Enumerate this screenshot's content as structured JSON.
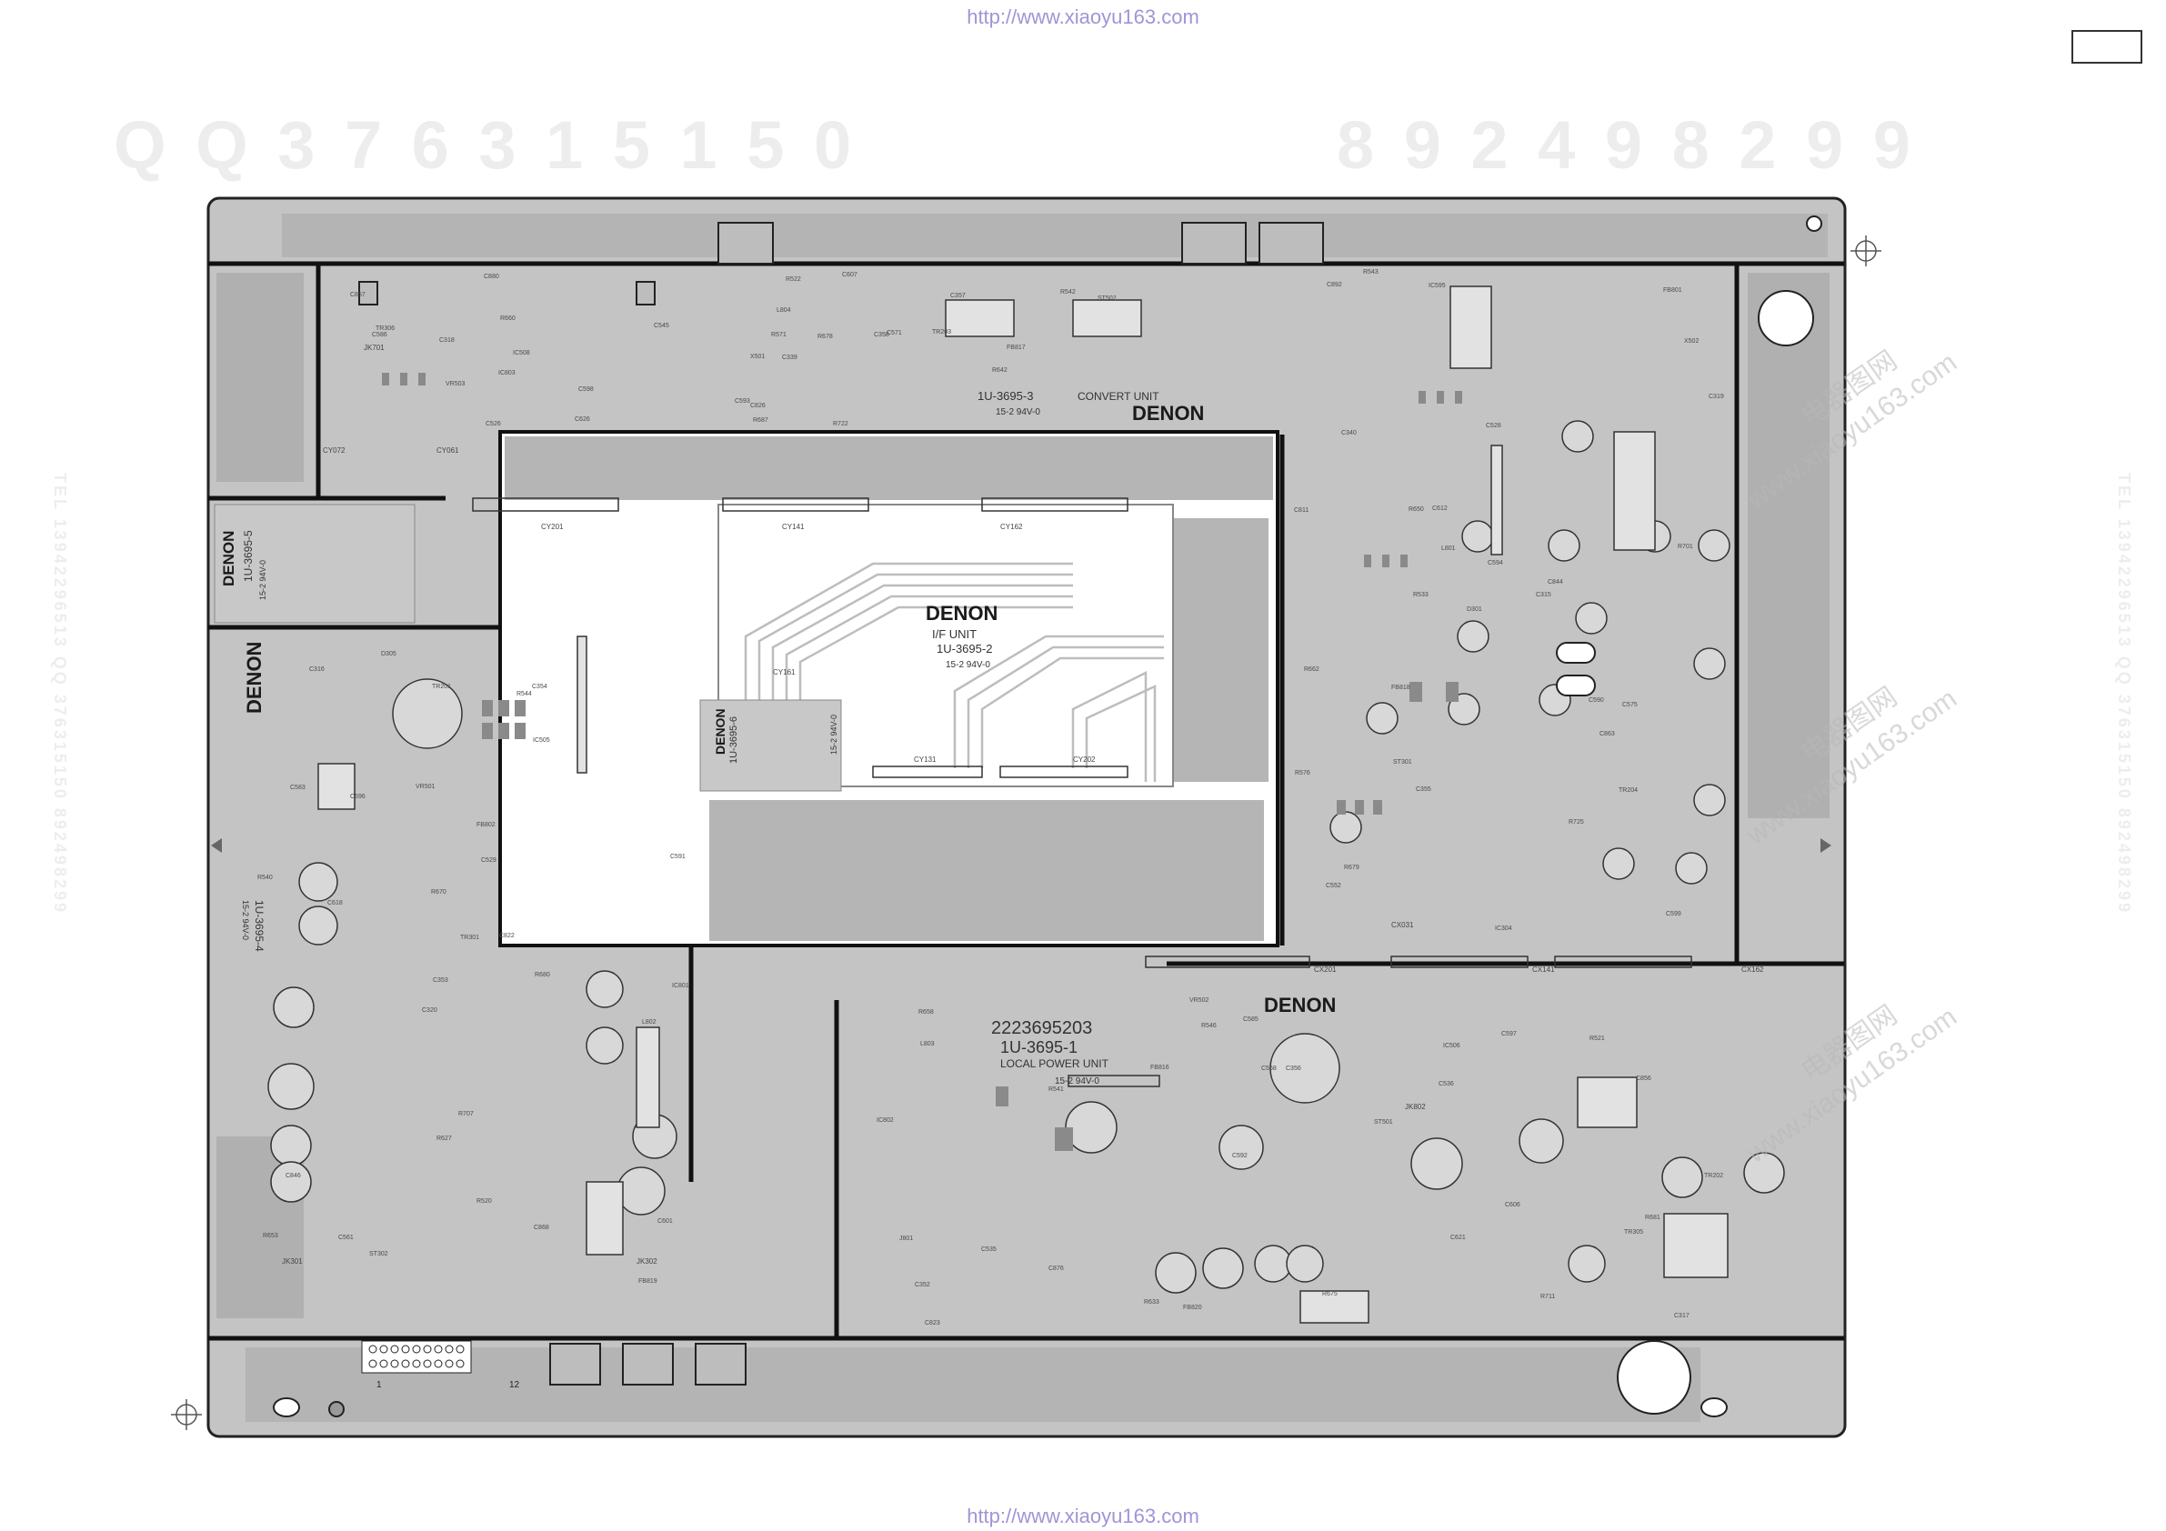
{
  "header": {
    "url_top": "http://www.xiaoyu163.com",
    "url_bottom": "http://www.xiaoyu163.com",
    "watermark_left": "Q Q 3 7 6 3 1 5 1 5 0",
    "watermark_right": "8 9 2 4 9 8 2 9 9",
    "side_watermark": "TEL 13942296513 QQ 376315150 892498299",
    "diagonal_watermark": "www.xiaoyu163.com",
    "diagonal_watermark_cn": "电器图网"
  },
  "board": {
    "brand": "DENON",
    "serial": "2223695203",
    "convert_unit": {
      "model": "1U-3695-3",
      "title": "CONVERT UNIT",
      "cert": "15-2 94V-0"
    },
    "if_unit": {
      "model": "1U-3695-2",
      "title": "I/F UNIT",
      "cert": "15-2 94V-0"
    },
    "local_power_unit": {
      "model": "1U-3695-1",
      "title": "LOCAL POWER UNIT",
      "cert": "15-2 94V-0"
    },
    "sub_unit_5": {
      "model": "1U-3695-5",
      "cert": "15-2 94V-0"
    },
    "sub_unit_6": {
      "model": "1U-3695-6",
      "cert": "15-2 94V-0"
    },
    "sub_unit_4": {
      "model": "1U-3695-4",
      "cert": "15-2 94V-0"
    }
  },
  "connectors": [
    "CY201",
    "CY141",
    "CY162",
    "CY131",
    "CY202",
    "CY161",
    "CY072",
    "CY061",
    "CX201",
    "CX141",
    "CX162",
    "CX031",
    "JK701",
    "JK301",
    "JK302",
    "JK802"
  ],
  "component_labels": [
    "C339",
    "C340",
    "C353",
    "C352",
    "C358",
    "C355",
    "C354",
    "C356",
    "C357",
    "C315",
    "C316",
    "C317",
    "C318",
    "C319",
    "C320",
    "C536",
    "C526",
    "C528",
    "C529",
    "C535",
    "C545",
    "C552",
    "C561",
    "C568",
    "C571",
    "C575",
    "C583",
    "C585",
    "C586",
    "C590",
    "C591",
    "C592",
    "C593",
    "C594",
    "C596",
    "C597",
    "C598",
    "C599",
    "C601",
    "C606",
    "C607",
    "C612",
    "C618",
    "C621",
    "C626",
    "C811",
    "C822",
    "C823",
    "C826",
    "C844",
    "C846",
    "C856",
    "C857",
    "C863",
    "C868",
    "C876",
    "C880",
    "C892",
    "R520",
    "R521",
    "R522",
    "R533",
    "R540",
    "R541",
    "R542",
    "R543",
    "R544",
    "R546",
    "R571",
    "R576",
    "R627",
    "R633",
    "R642",
    "R650",
    "R653",
    "R658",
    "R660",
    "R662",
    "R670",
    "R675",
    "R678",
    "R679",
    "R680",
    "R681",
    "R687",
    "R701",
    "R707",
    "R711",
    "R722",
    "R725",
    "TR201",
    "TR202",
    "TR203",
    "TR204",
    "TR301",
    "TR305",
    "TR306",
    "IC304",
    "IC505",
    "IC506",
    "IC508",
    "IC595",
    "IC801",
    "IC802",
    "IC803",
    "ST301",
    "ST302",
    "ST501",
    "ST502",
    "L801",
    "L802",
    "L803",
    "L804",
    "D301",
    "D305",
    "J801",
    "X501",
    "X502",
    "VR501",
    "VR502",
    "VR503",
    "FB801",
    "FB802",
    "FB816",
    "FB817",
    "FB818",
    "FB819",
    "FB820"
  ],
  "connector_pins": {
    "first": "1",
    "last": "12"
  },
  "colors": {
    "board_fill": "#c9c9c9",
    "background": "#ffffff",
    "outline": "#222222",
    "watermark": "#ececec",
    "url": "#9d96d6"
  }
}
